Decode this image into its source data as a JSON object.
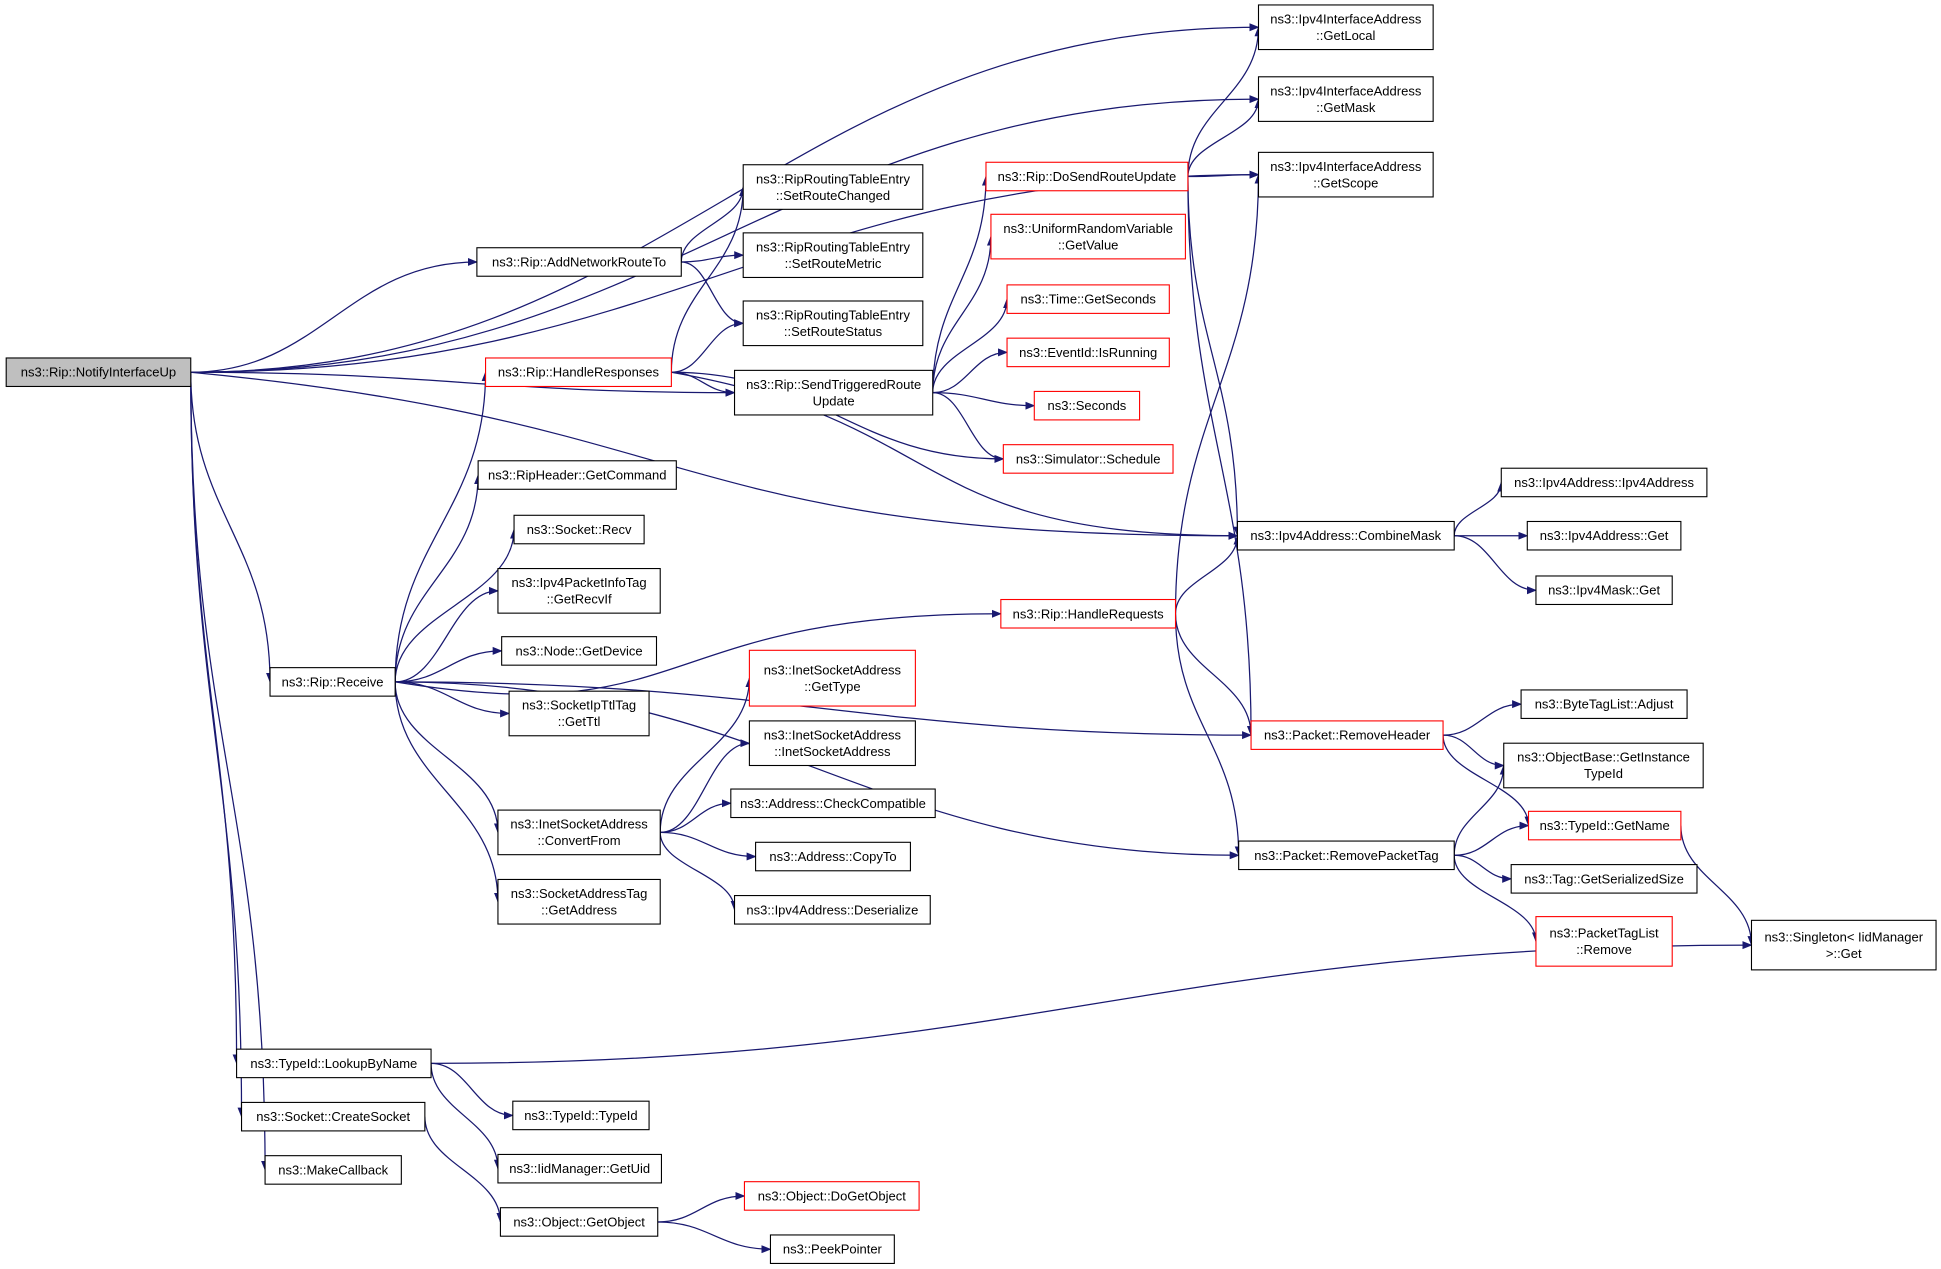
{
  "colors": {
    "edge": "#191970",
    "border": "#000000",
    "border_highlight": "#ff0000",
    "root_fill": "#bfbfbf",
    "node_fill": "#ffffff"
  },
  "nodes": [
    {
      "id": "root",
      "lines": [
        "ns3::Rip::NotifyInterfaceUp"
      ],
      "style": "root"
    },
    {
      "id": "addnet",
      "lines": [
        "ns3::Rip::AddNetworkRouteTo"
      ],
      "style": "normal"
    },
    {
      "id": "handleresp",
      "lines": [
        "ns3::Rip::HandleResponses"
      ],
      "style": "red"
    },
    {
      "id": "getcmd",
      "lines": [
        "ns3::RipHeader::GetCommand"
      ],
      "style": "normal"
    },
    {
      "id": "sockrecv",
      "lines": [
        "ns3::Socket::Recv"
      ],
      "style": "normal"
    },
    {
      "id": "getrecvif",
      "lines": [
        "ns3::Ipv4PacketInfoTag",
        "::GetRecvIf"
      ],
      "style": "normal"
    },
    {
      "id": "getdevice",
      "lines": [
        "ns3::Node::GetDevice"
      ],
      "style": "normal"
    },
    {
      "id": "getttl",
      "lines": [
        "ns3::SocketIpTtlTag",
        "::GetTtl"
      ],
      "style": "normal"
    },
    {
      "id": "receive",
      "lines": [
        "ns3::Rip::Receive"
      ],
      "style": "normal"
    },
    {
      "id": "convertfrom",
      "lines": [
        "ns3::InetSocketAddress",
        "::ConvertFrom"
      ],
      "style": "normal"
    },
    {
      "id": "sockaddrtag",
      "lines": [
        "ns3::SocketAddressTag",
        "::GetAddress"
      ],
      "style": "normal"
    },
    {
      "id": "lookupbyname",
      "lines": [
        "ns3::TypeId::LookupByName"
      ],
      "style": "normal"
    },
    {
      "id": "createsocket",
      "lines": [
        "ns3::Socket::CreateSocket"
      ],
      "style": "normal"
    },
    {
      "id": "makecallback",
      "lines": [
        "ns3::MakeCallback"
      ],
      "style": "normal"
    },
    {
      "id": "typeidtypeid",
      "lines": [
        "ns3::TypeId::TypeId"
      ],
      "style": "normal"
    },
    {
      "id": "getuid",
      "lines": [
        "ns3::IidManager::GetUid"
      ],
      "style": "normal"
    },
    {
      "id": "getobject",
      "lines": [
        "ns3::Object::GetObject"
      ],
      "style": "normal"
    },
    {
      "id": "dogetobject",
      "lines": [
        "ns3::Object::DoGetObject"
      ],
      "style": "red"
    },
    {
      "id": "peekpointer",
      "lines": [
        "ns3::PeekPointer"
      ],
      "style": "normal"
    },
    {
      "id": "setroutechanged",
      "lines": [
        "ns3::RipRoutingTableEntry",
        "::SetRouteChanged"
      ],
      "style": "normal"
    },
    {
      "id": "setroutemetric",
      "lines": [
        "ns3::RipRoutingTableEntry",
        "::SetRouteMetric"
      ],
      "style": "normal"
    },
    {
      "id": "setroutestatus",
      "lines": [
        "ns3::RipRoutingTableEntry",
        "::SetRouteStatus"
      ],
      "style": "normal"
    },
    {
      "id": "sendtriggered",
      "lines": [
        "ns3::Rip::SendTriggeredRoute",
        "Update"
      ],
      "style": "normal"
    },
    {
      "id": "getsocktype",
      "lines": [
        "ns3::InetSocketAddress",
        "::GetType"
      ],
      "style": "red"
    },
    {
      "id": "inetsockaddr",
      "lines": [
        "ns3::InetSocketAddress",
        "::InetSocketAddress"
      ],
      "style": "normal"
    },
    {
      "id": "checkcompat",
      "lines": [
        "ns3::Address::CheckCompatible"
      ],
      "style": "normal"
    },
    {
      "id": "copyto",
      "lines": [
        "ns3::Address::CopyTo"
      ],
      "style": "normal"
    },
    {
      "id": "deserialize",
      "lines": [
        "ns3::Ipv4Address::Deserialize"
      ],
      "style": "normal"
    },
    {
      "id": "dosendroute",
      "lines": [
        "ns3::Rip::DoSendRouteUpdate"
      ],
      "style": "red"
    },
    {
      "id": "getvalue",
      "lines": [
        "ns3::UniformRandomVariable",
        "::GetValue"
      ],
      "style": "red"
    },
    {
      "id": "getseconds",
      "lines": [
        "ns3::Time::GetSeconds"
      ],
      "style": "red"
    },
    {
      "id": "isrunning",
      "lines": [
        "ns3::EventId::IsRunning"
      ],
      "style": "red"
    },
    {
      "id": "seconds",
      "lines": [
        "ns3::Seconds"
      ],
      "style": "red"
    },
    {
      "id": "schedule",
      "lines": [
        "ns3::Simulator::Schedule"
      ],
      "style": "red"
    },
    {
      "id": "handlereq",
      "lines": [
        "ns3::Rip::HandleRequests"
      ],
      "style": "red"
    },
    {
      "id": "getlocal",
      "lines": [
        "ns3::Ipv4InterfaceAddress",
        "::GetLocal"
      ],
      "style": "normal"
    },
    {
      "id": "getmask",
      "lines": [
        "ns3::Ipv4InterfaceAddress",
        "::GetMask"
      ],
      "style": "normal"
    },
    {
      "id": "getscope",
      "lines": [
        "ns3::Ipv4InterfaceAddress",
        "::GetScope"
      ],
      "style": "normal"
    },
    {
      "id": "combinemask",
      "lines": [
        "ns3::Ipv4Address::CombineMask"
      ],
      "style": "normal"
    },
    {
      "id": "removeheader",
      "lines": [
        "ns3::Packet::RemoveHeader"
      ],
      "style": "red"
    },
    {
      "id": "removepackettag",
      "lines": [
        "ns3::Packet::RemovePacketTag"
      ],
      "style": "normal"
    },
    {
      "id": "ipv4address",
      "lines": [
        "ns3::Ipv4Address::Ipv4Address"
      ],
      "style": "normal"
    },
    {
      "id": "ipv4addrget",
      "lines": [
        "ns3::Ipv4Address::Get"
      ],
      "style": "normal"
    },
    {
      "id": "ipv4maskget",
      "lines": [
        "ns3::Ipv4Mask::Get"
      ],
      "style": "normal"
    },
    {
      "id": "adjust",
      "lines": [
        "ns3::ByteTagList::Adjust"
      ],
      "style": "normal"
    },
    {
      "id": "getinstancetypeid",
      "lines": [
        "ns3::ObjectBase::GetInstance",
        "TypeId"
      ],
      "style": "normal"
    },
    {
      "id": "getname",
      "lines": [
        "ns3::TypeId::GetName"
      ],
      "style": "red"
    },
    {
      "id": "getserializedsize",
      "lines": [
        "ns3::Tag::GetSerializedSize"
      ],
      "style": "normal"
    },
    {
      "id": "tagremove",
      "lines": [
        "ns3::PacketTagList",
        "::Remove"
      ],
      "style": "red"
    },
    {
      "id": "singletonget",
      "lines": [
        "ns3::Singleton< IidManager",
        " >::Get"
      ],
      "style": "normal"
    }
  ],
  "edges": [
    [
      "root",
      "getlocal"
    ],
    [
      "root",
      "getmask"
    ],
    [
      "root",
      "getscope"
    ],
    [
      "root",
      "addnet"
    ],
    [
      "root",
      "sendtriggered"
    ],
    [
      "root",
      "combinemask"
    ],
    [
      "root",
      "receive"
    ],
    [
      "root",
      "lookupbyname"
    ],
    [
      "root",
      "createsocket"
    ],
    [
      "root",
      "makecallback"
    ],
    [
      "addnet",
      "setroutechanged"
    ],
    [
      "addnet",
      "setroutemetric"
    ],
    [
      "addnet",
      "setroutestatus"
    ],
    [
      "handleresp",
      "setroutechanged"
    ],
    [
      "handleresp",
      "setroutestatus"
    ],
    [
      "handleresp",
      "sendtriggered"
    ],
    [
      "handleresp",
      "schedule"
    ],
    [
      "handleresp",
      "combinemask"
    ],
    [
      "receive",
      "handleresp"
    ],
    [
      "receive",
      "getcmd"
    ],
    [
      "receive",
      "sockrecv"
    ],
    [
      "receive",
      "getrecvif"
    ],
    [
      "receive",
      "getdevice"
    ],
    [
      "receive",
      "getttl"
    ],
    [
      "receive",
      "handlereq"
    ],
    [
      "receive",
      "convertfrom"
    ],
    [
      "receive",
      "sockaddrtag"
    ],
    [
      "receive",
      "removeheader"
    ],
    [
      "receive",
      "removepackettag"
    ],
    [
      "sendtriggered",
      "dosendroute"
    ],
    [
      "sendtriggered",
      "getvalue"
    ],
    [
      "sendtriggered",
      "getseconds"
    ],
    [
      "sendtriggered",
      "isrunning"
    ],
    [
      "sendtriggered",
      "seconds"
    ],
    [
      "sendtriggered",
      "schedule"
    ],
    [
      "dosendroute",
      "getlocal"
    ],
    [
      "dosendroute",
      "getmask"
    ],
    [
      "dosendroute",
      "getscope"
    ],
    [
      "dosendroute",
      "combinemask"
    ],
    [
      "dosendroute",
      "removeheader"
    ],
    [
      "handlereq",
      "getscope"
    ],
    [
      "handlereq",
      "combinemask"
    ],
    [
      "handlereq",
      "removeheader"
    ],
    [
      "handlereq",
      "removepackettag"
    ],
    [
      "combinemask",
      "ipv4address"
    ],
    [
      "combinemask",
      "ipv4addrget"
    ],
    [
      "combinemask",
      "ipv4maskget"
    ],
    [
      "removeheader",
      "adjust"
    ],
    [
      "removeheader",
      "getinstancetypeid"
    ],
    [
      "removeheader",
      "getname"
    ],
    [
      "removepackettag",
      "getinstancetypeid"
    ],
    [
      "removepackettag",
      "getname"
    ],
    [
      "removepackettag",
      "getserializedsize"
    ],
    [
      "removepackettag",
      "tagremove"
    ],
    [
      "getname",
      "singletonget"
    ],
    [
      "convertfrom",
      "getsocktype"
    ],
    [
      "convertfrom",
      "inetsockaddr"
    ],
    [
      "convertfrom",
      "checkcompat"
    ],
    [
      "convertfrom",
      "copyto"
    ],
    [
      "convertfrom",
      "deserialize"
    ],
    [
      "lookupbyname",
      "singletonget"
    ],
    [
      "lookupbyname",
      "typeidtypeid"
    ],
    [
      "lookupbyname",
      "getuid"
    ],
    [
      "createsocket",
      "getobject"
    ],
    [
      "getobject",
      "dogetobject"
    ],
    [
      "getobject",
      "peekpointer"
    ]
  ]
}
